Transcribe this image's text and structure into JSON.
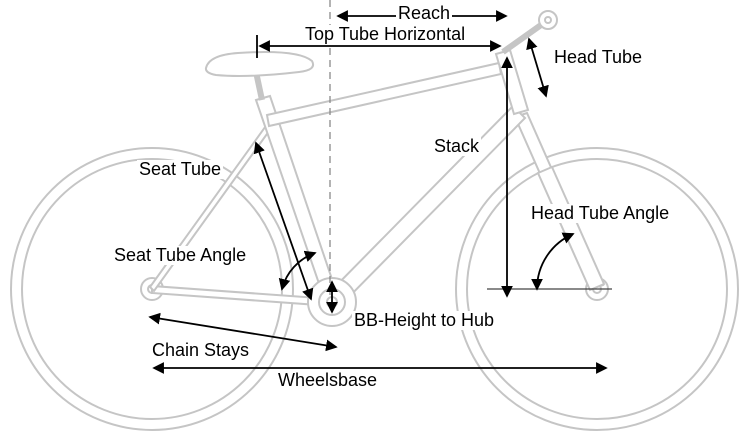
{
  "labels": {
    "reach": "Reach",
    "top_tube_horizontal": "Top Tube Horizontal",
    "head_tube": "Head Tube",
    "seat_tube": "Seat Tube",
    "stack": "Stack",
    "head_tube_angle": "Head Tube Angle",
    "seat_tube_angle": "Seat Tube Angle",
    "bb_height_to_hub": "BB-Height to Hub",
    "chain_stays": "Chain Stays",
    "wheelsbase": "Wheelsbase"
  },
  "colors": {
    "background": "#ffffff",
    "bike_outline": "#c5c5c5",
    "measurement": "#000000",
    "guide_line": "#8a8a8a"
  }
}
